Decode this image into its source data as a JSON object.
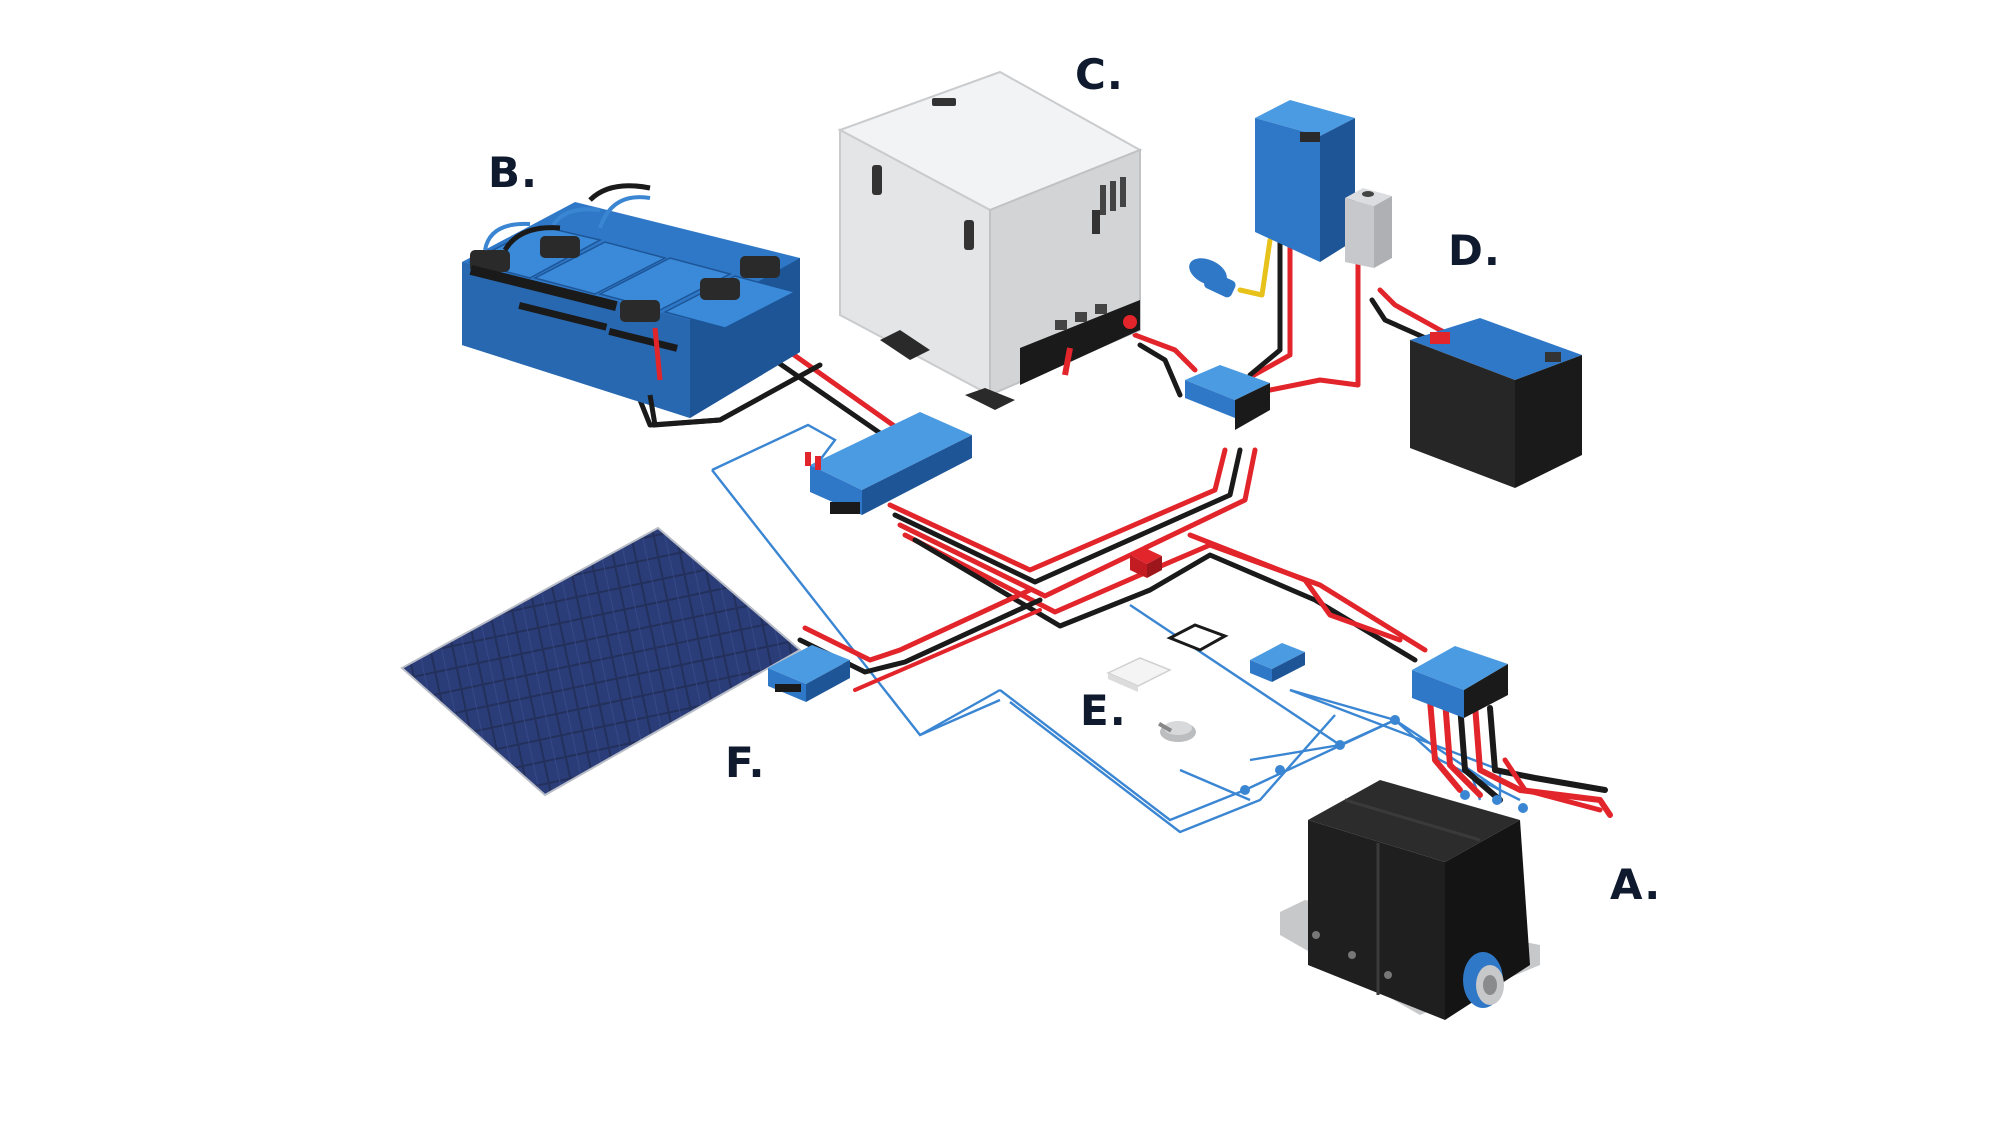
{
  "labels": {
    "a": "A.",
    "b": "B.",
    "c": "C.",
    "d": "D.",
    "e": "E.",
    "f": "F."
  },
  "colors": {
    "device_blue": "#2f78c8",
    "device_blue_dark": "#1d5597",
    "device_blue_light": "#4b9be2",
    "cable_red": "#e2242b",
    "cable_black": "#1a1a1a",
    "signal_blue": "#3b86d3",
    "generator_white": "#e9eaeb",
    "battery_black": "#262626",
    "label_text": "#0f1a2e"
  }
}
